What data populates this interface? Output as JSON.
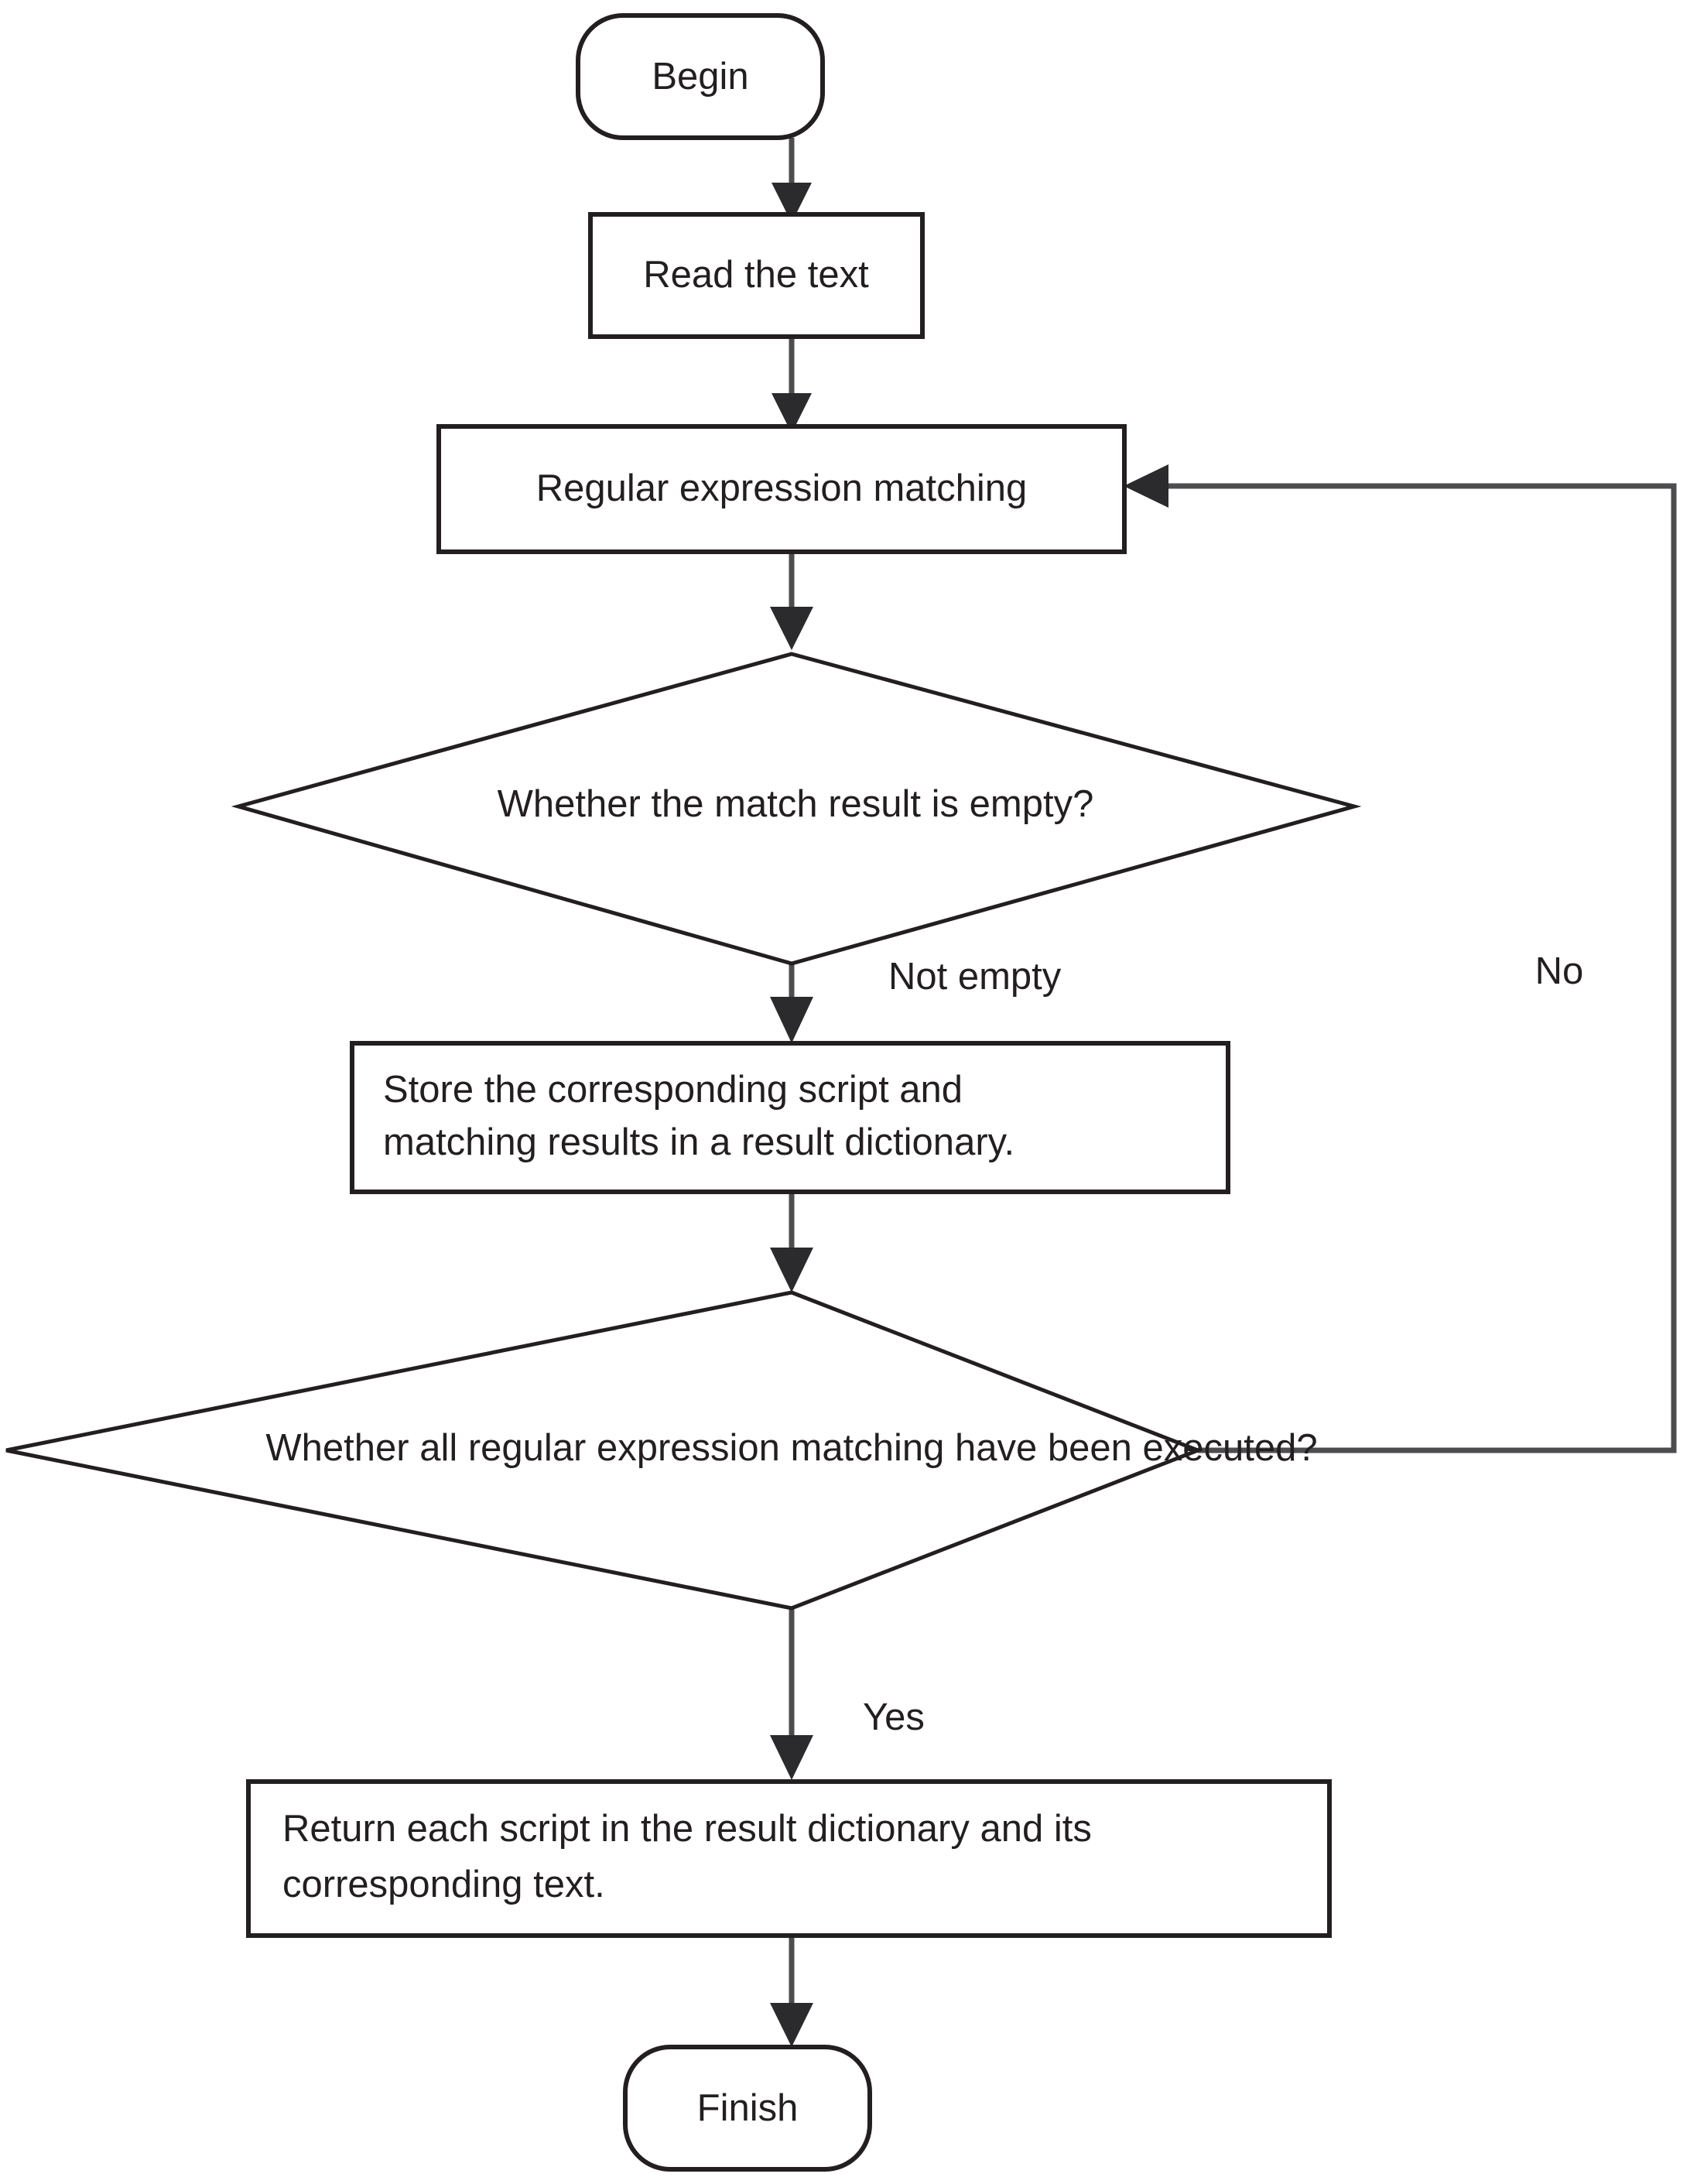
{
  "diagram": {
    "type": "flowchart",
    "title": "Regular expression matching flowchart",
    "nodes": {
      "begin": {
        "label": "Begin",
        "shape": "terminator"
      },
      "read_text": {
        "label": "Read the text",
        "shape": "process"
      },
      "regex_match": {
        "label": "Regular expression matching",
        "shape": "process"
      },
      "decision_empty": {
        "label": "Whether the match result is empty?",
        "shape": "decision"
      },
      "store_result": {
        "label_line1": "Store the corresponding script and",
        "label_line2": "matching results in a result dictionary.",
        "shape": "process"
      },
      "decision_all_executed": {
        "label": "Whether all regular expression matching have been executed?",
        "shape": "decision"
      },
      "return_result": {
        "label_line1": "Return each script in the result dictionary and its",
        "label_line2": "corresponding text.",
        "shape": "process"
      },
      "finish": {
        "label": "Finish",
        "shape": "terminator"
      }
    },
    "edge_labels": {
      "not_empty": "Not empty",
      "no": "No",
      "yes": "Yes"
    },
    "colors": {
      "stroke": "#231f20",
      "connector": "#4d4d4f",
      "background": "#ffffff",
      "text": "#231f20"
    }
  }
}
